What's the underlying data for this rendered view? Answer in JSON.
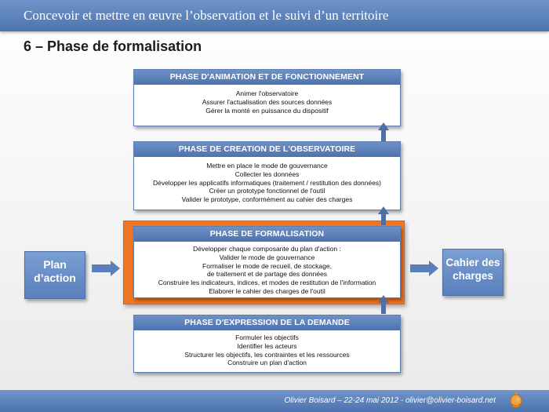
{
  "header": {
    "title": "Concevoir et mettre en œuvre l’observation et le suivi d’un territoire"
  },
  "slide_title": "6 – Phase de formalisation",
  "phases": [
    {
      "title": "PHASE D'ANIMATION ET DE FONCTIONNEMENT",
      "lines": [
        "Animer l'observatoire",
        "Assurer l'actualisation des sources données",
        "Gérer la monté en puissance du dispositif"
      ]
    },
    {
      "title": "PHASE DE CREATION DE L'OBSERVATOIRE",
      "lines": [
        "Mettre en place le mode de gouvernance",
        "Collecter les données",
        "Développer les applicatifs informatiques (traitement / restitution des données)",
        "Créer un prototype fonctionnel de l'outil",
        "Valider le prototype, conformément au cahier des charges"
      ]
    },
    {
      "title": "PHASE DE FORMALISATION",
      "lines": [
        "Développer chaque composante du plan d'action :",
        "Valider le mode de gouvernance",
        "Formaliser le mode de recueil, de stockage,",
        "de traitement et  de partage des données",
        "Construire les indicateurs, indices, et modes de restitution de l'information",
        "Elaborer le cahier des charges de l'outil"
      ]
    },
    {
      "title": "PHASE D'EXPRESSION DE LA DEMANDE",
      "lines": [
        "Formuler les objectifs",
        "Identifier les acteurs",
        "Structurer les objectifs, les contraintes et les ressources",
        "Construire un plan d'action"
      ]
    }
  ],
  "input_box": {
    "line1": "Plan",
    "line2": "d’action"
  },
  "output_box": {
    "line1": "Cahier des",
    "line2": "charges"
  },
  "footer": {
    "text": "Olivier Boisard – 22-24 mai 2012 - olivier@olivier-boisard.net"
  },
  "colors": {
    "header_blue": "#5a7fbb",
    "highlight_orange": "#f07524",
    "arrow_blue": "#4f6ea3"
  },
  "icons": {
    "logo": "fish-logo-icon",
    "arrows": "arrow-icon"
  }
}
